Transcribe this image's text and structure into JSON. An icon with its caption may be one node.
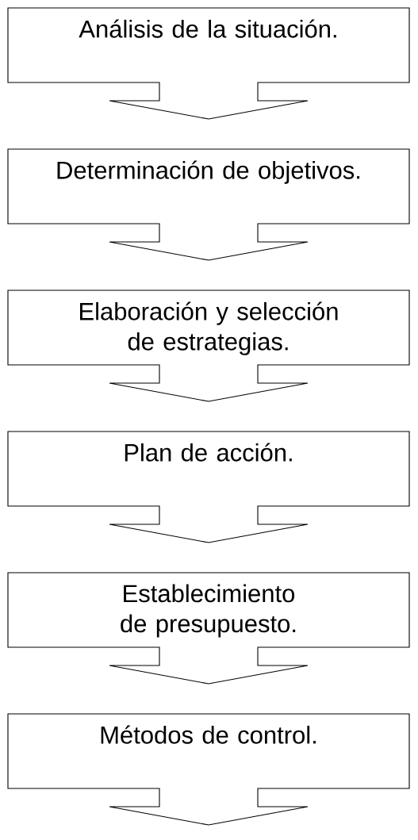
{
  "diagram": {
    "nodes": [
      {
        "text": [
          "Análisis de la situación."
        ]
      },
      {
        "text": [
          "Determinación de objetivos."
        ]
      },
      {
        "text": [
          "Elaboración y selección de estrategias."
        ]
      },
      {
        "text": [
          "Plan de acción."
        ]
      },
      {
        "text": [
          "Establecimiento de presupuesto."
        ]
      },
      {
        "text": [
          "Métodos de control."
        ]
      }
    ]
  }
}
